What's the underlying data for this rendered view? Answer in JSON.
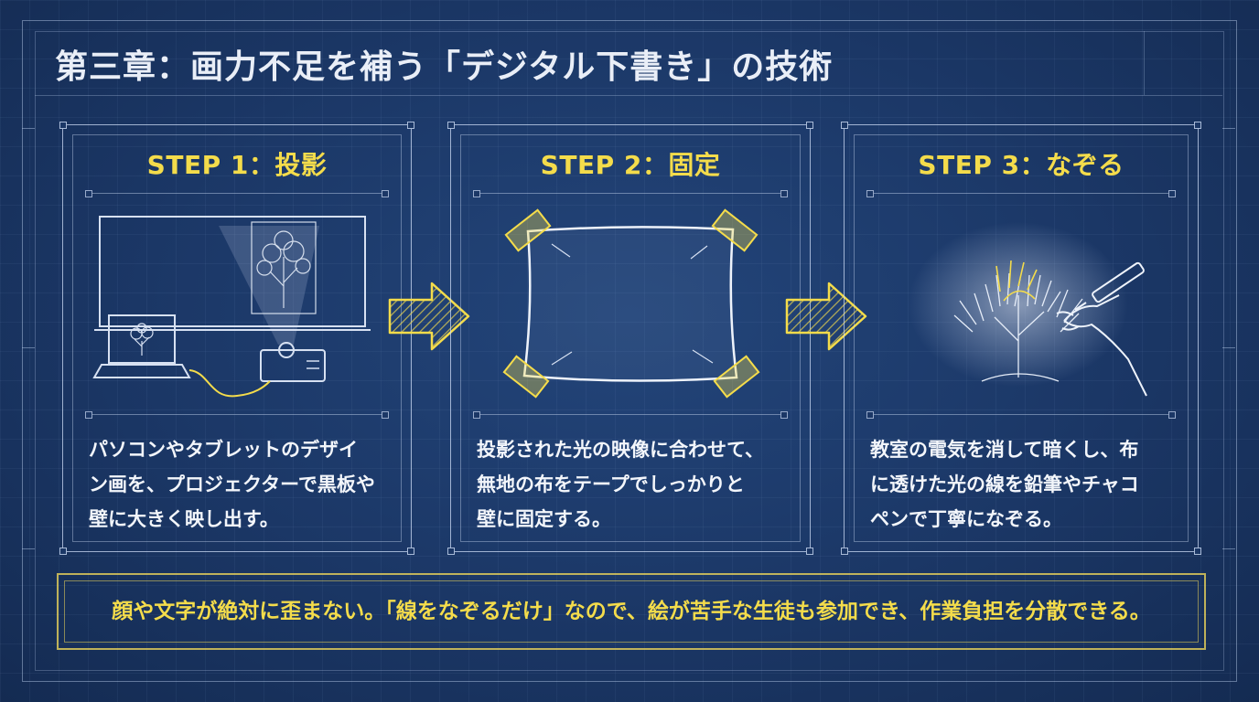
{
  "title": "第三章：画力不足を補う「デジタル下書き」の技術",
  "steps": [
    {
      "title": "STEP 1：投影",
      "lines": [
        "パソコンやタブレットのデザイ",
        "ン画を、プロジェクターで黒板や",
        "壁に大きく映し出す。"
      ],
      "illustration_icon": "projector-laptop-illustration"
    },
    {
      "title": "STEP 2：固定",
      "lines": [
        "投影された光の映像に合わせて、",
        "無地の布をテープでしっかりと",
        "壁に固定する。"
      ],
      "illustration_icon": "taped-cloth-illustration"
    },
    {
      "title": "STEP 3：なぞる",
      "lines": [
        "教室の電気を消して暗くし、布",
        "に透けた光の線を鉛筆やチャコ",
        "ペンで丁寧になぞる。"
      ],
      "illustration_icon": "hand-tracing-illustration"
    }
  ],
  "arrow_icon": "right-arrow-icon",
  "banner": "顔や文字が絶対に歪まない。「線をなぞるだけ」なので、絵が苦手な生徒も参加でき、作業負担を分散できる。",
  "colors": {
    "background": "#1b3766",
    "accent_yellow": "#f4dc4b",
    "line": "#d7e1f2",
    "text": "#f3f6fb"
  }
}
